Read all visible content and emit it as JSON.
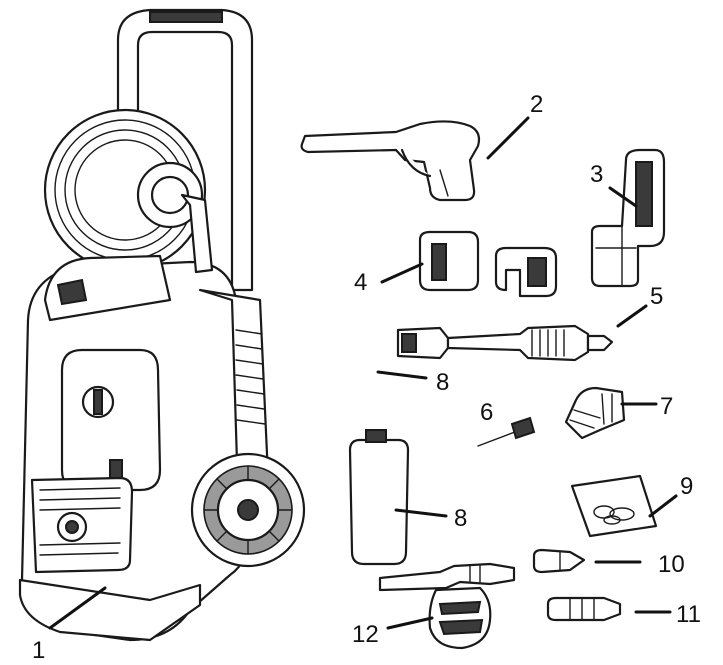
{
  "callouts": {
    "c1": "1",
    "c2": "2",
    "c3": "3",
    "c4": "4",
    "c5": "5",
    "c6": "6",
    "c7": "7",
    "c8a": "8",
    "c8b": "8",
    "c9": "9",
    "c10": "10",
    "c11": "11",
    "c12": "12"
  },
  "parts": [
    "pressure-washer-unit",
    "spray-gun",
    "accessory-holder",
    "gun-holder-clips",
    "lance",
    "nozzle-cleaning-needle",
    "inlet-connector",
    "detergent-bottle",
    "o-ring-kit",
    "variable-nozzle",
    "turbo-nozzle",
    "foam-lance"
  ]
}
